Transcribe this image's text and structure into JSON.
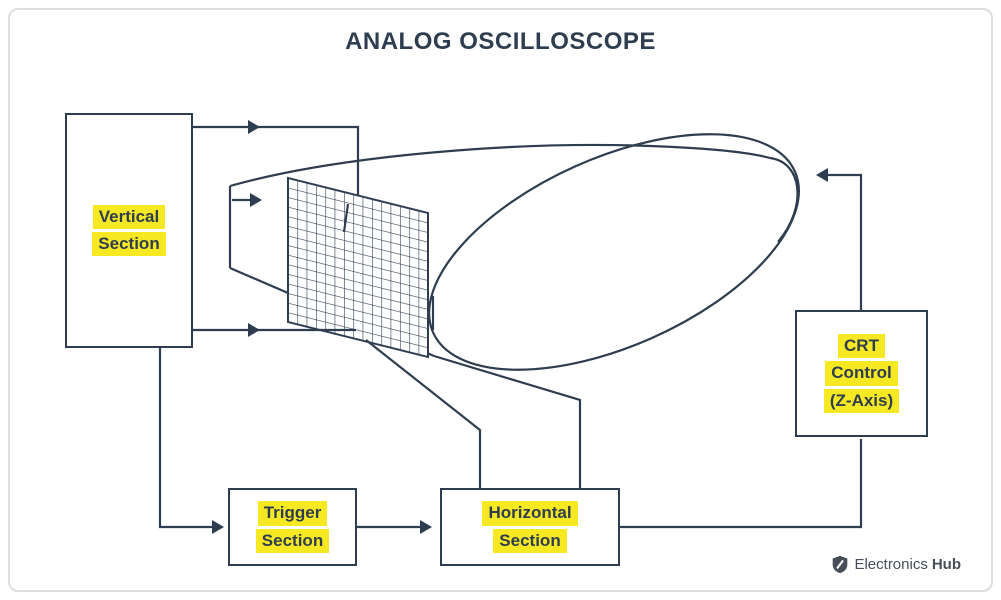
{
  "title": "ANALOG OSCILLOSCOPE",
  "colors": {
    "line": "#2e3d4f",
    "highlight": "#f7e921",
    "border": "#dedede",
    "logo": "#474d59"
  },
  "boxes": {
    "vertical": {
      "lines": [
        "Vertical",
        "Section"
      ]
    },
    "trigger": {
      "lines": [
        "Trigger",
        "Section"
      ]
    },
    "horizontal": {
      "lines": [
        "Horizontal",
        "Section"
      ]
    },
    "crt_control": {
      "lines": [
        "CRT",
        "Control",
        "(Z-Axis)"
      ]
    }
  },
  "logo": {
    "name": "Electronics",
    "bold": "Hub"
  }
}
